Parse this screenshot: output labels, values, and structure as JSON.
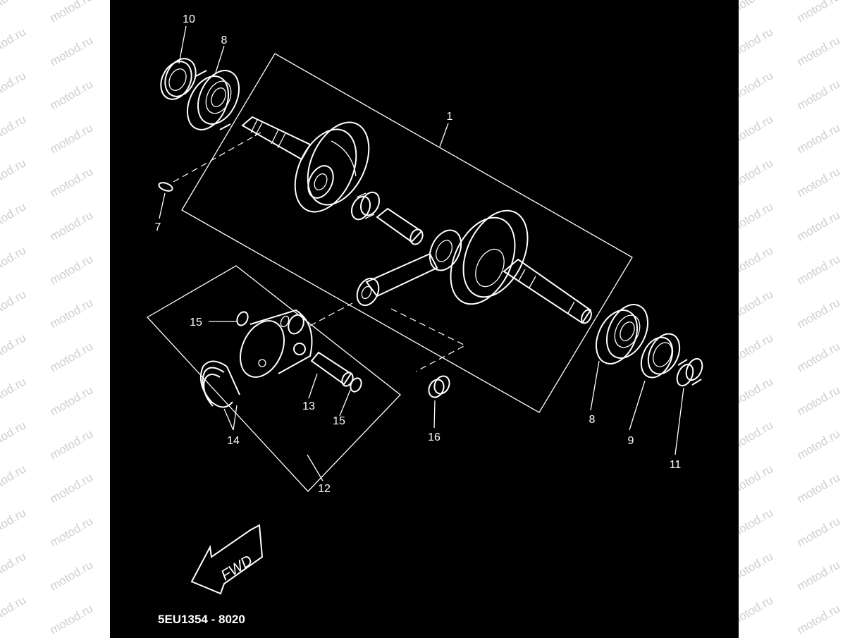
{
  "colors": {
    "page": "#ffffff",
    "panel": "#000000",
    "ink": "#ffffff",
    "watermark": "#cfcfcf"
  },
  "watermark": "motod.ru",
  "fwd_label": "FWD",
  "part_code": "5EU1354 - 8020",
  "callouts": {
    "n1": "1",
    "n7": "7",
    "n8a": "8",
    "n8b": "8",
    "n9": "9",
    "n10": "10",
    "n11": "11",
    "n12": "12",
    "n13": "13",
    "n14": "14",
    "n15a": "15",
    "n15b": "15",
    "n16": "16"
  }
}
